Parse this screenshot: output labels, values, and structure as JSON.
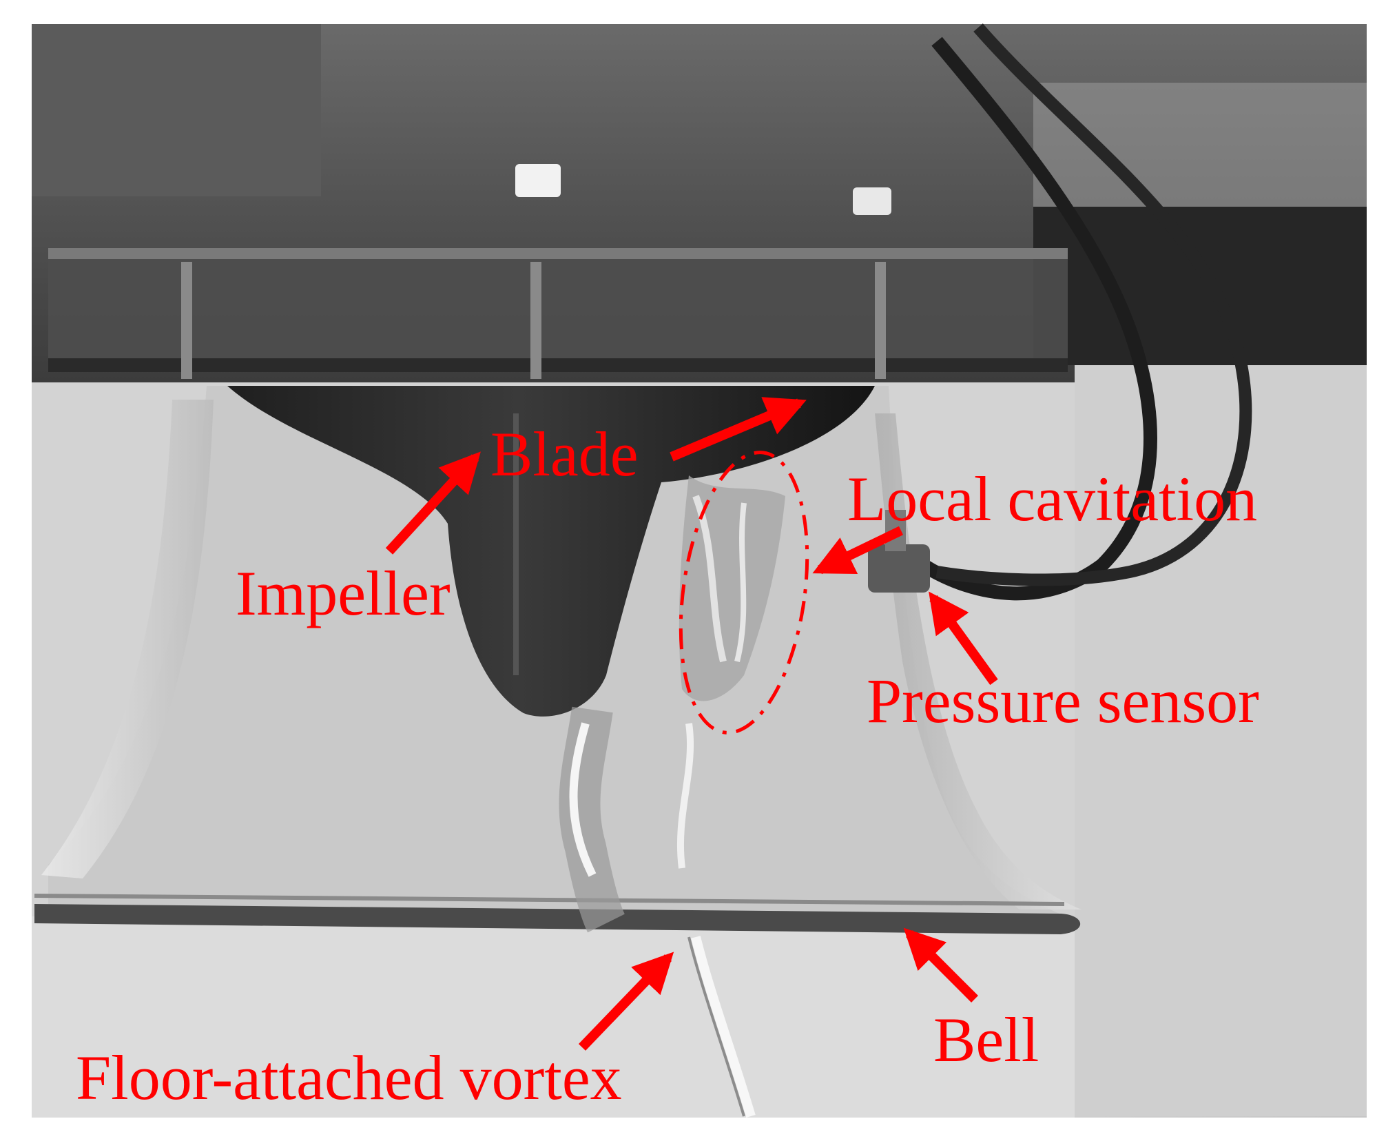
{
  "figure": {
    "annotation_color": "#ff0000",
    "labels": {
      "blade": "Blade",
      "impeller": "Impeller",
      "local_cavitation": "Local cavitation",
      "pressure_sensor": "Pressure sensor",
      "floor_attached_vortex": "Floor-attached vortex",
      "bell": "Bell"
    }
  }
}
